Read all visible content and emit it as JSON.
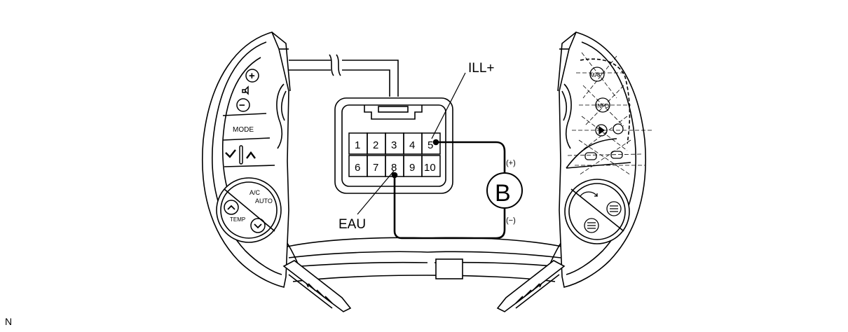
{
  "connector": {
    "pins_top": [
      "1",
      "2",
      "3",
      "4",
      "5"
    ],
    "pins_bottom": [
      "6",
      "7",
      "8",
      "9",
      "10"
    ]
  },
  "labels": {
    "ill_plus": "ILL+",
    "eau": "EAU",
    "battery": "B",
    "positive": "(+)",
    "negative": "(−)",
    "corner": "N"
  },
  "left_switch": {
    "plus": "+",
    "minus": "−",
    "mode": "MODE",
    "ac": "A/C",
    "auto": "AUTO",
    "temp": "TEMP"
  },
  "right_switch": {
    "map": "MAP",
    "info": "INFO"
  },
  "colors": {
    "line": "#000000",
    "housing_fill": "#ffffff",
    "shade": "#e6e6e6"
  }
}
